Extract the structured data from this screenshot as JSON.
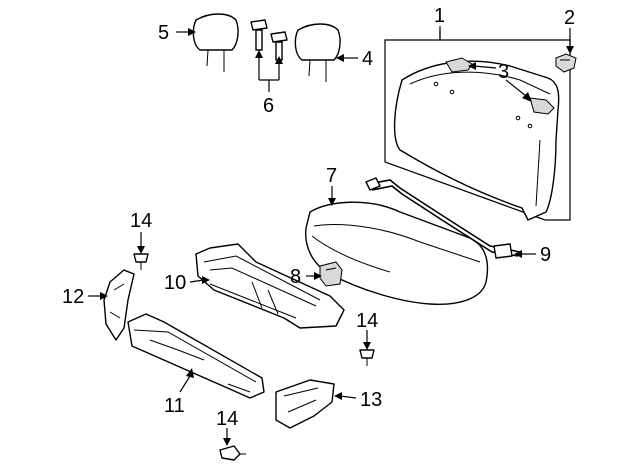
{
  "callouts": {
    "c1": "1",
    "c2": "2",
    "c3": "3",
    "c4": "4",
    "c5": "5",
    "c6": "6",
    "c7": "7",
    "c8": "8",
    "c9": "9",
    "c10": "10",
    "c11": "11",
    "c12": "12",
    "c13": "13",
    "c14a": "14",
    "c14b": "14",
    "c14c": "14"
  }
}
